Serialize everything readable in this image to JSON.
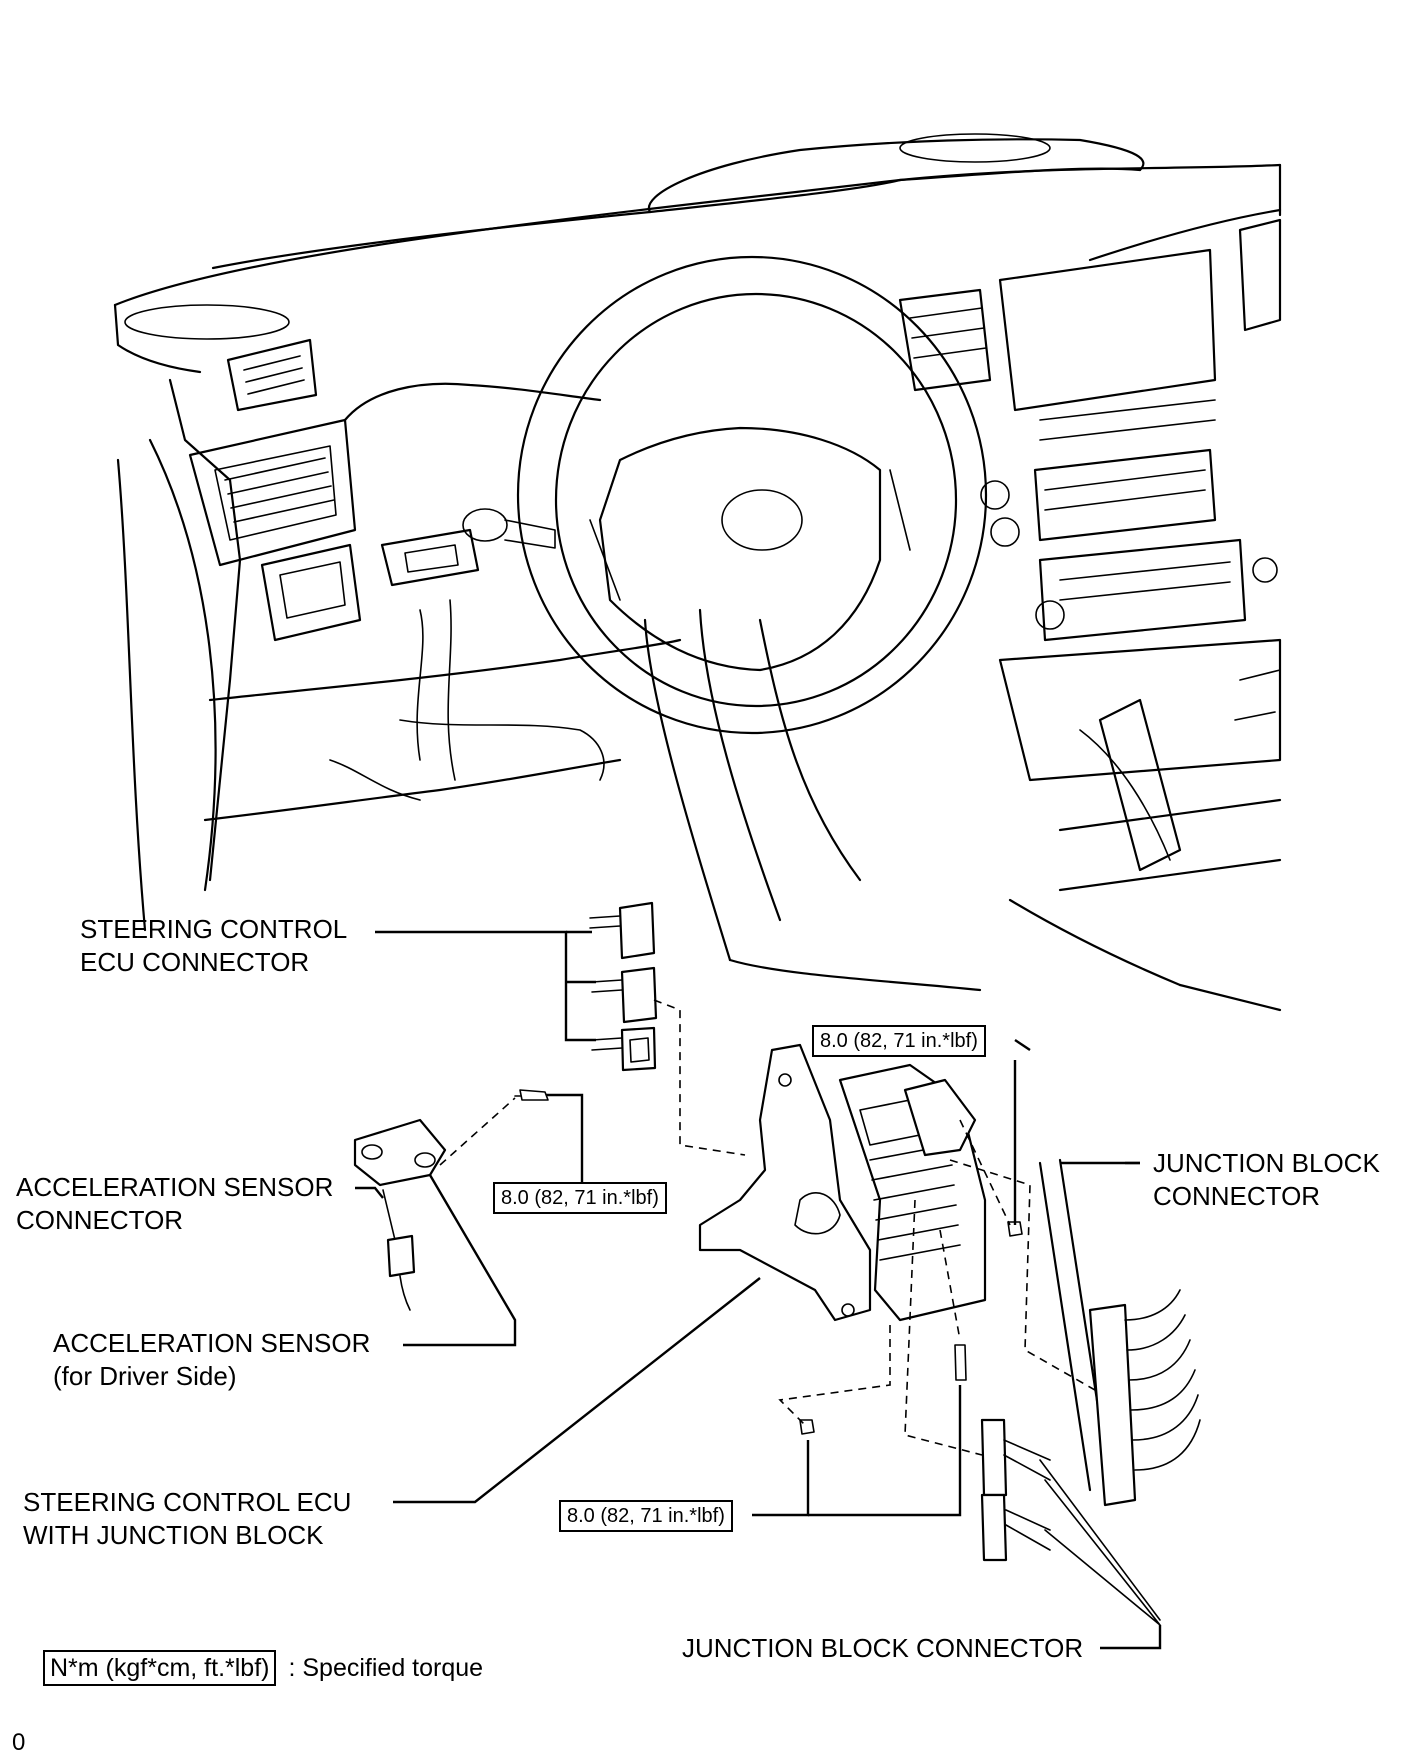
{
  "labels": {
    "steering_control_ecu_connector": [
      "STEERING CONTROL",
      "ECU CONNECTOR"
    ],
    "acceleration_sensor_connector": [
      "ACCELERATION SENSOR",
      "CONNECTOR"
    ],
    "acceleration_sensor": [
      "ACCELERATION SENSOR",
      "(for Driver Side)"
    ],
    "steering_control_ecu_with_junction_block": [
      "STEERING CONTROL ECU",
      "WITH JUNCTION BLOCK"
    ],
    "junction_block_connector_right": [
      "JUNCTION BLOCK",
      "CONNECTOR"
    ],
    "junction_block_connector_bottom": "JUNCTION BLOCK CONNECTOR"
  },
  "torque_boxes": {
    "top": "8.0 (82, 71 in.*lbf)",
    "middle": "8.0 (82, 71 in.*lbf)",
    "bottom": "8.0 (82, 71 in.*lbf)"
  },
  "legend": {
    "unit_box": "N*m (kgf*cm, ft.*lbf)",
    "description": ": Specified torque"
  },
  "corner_mark": "0"
}
